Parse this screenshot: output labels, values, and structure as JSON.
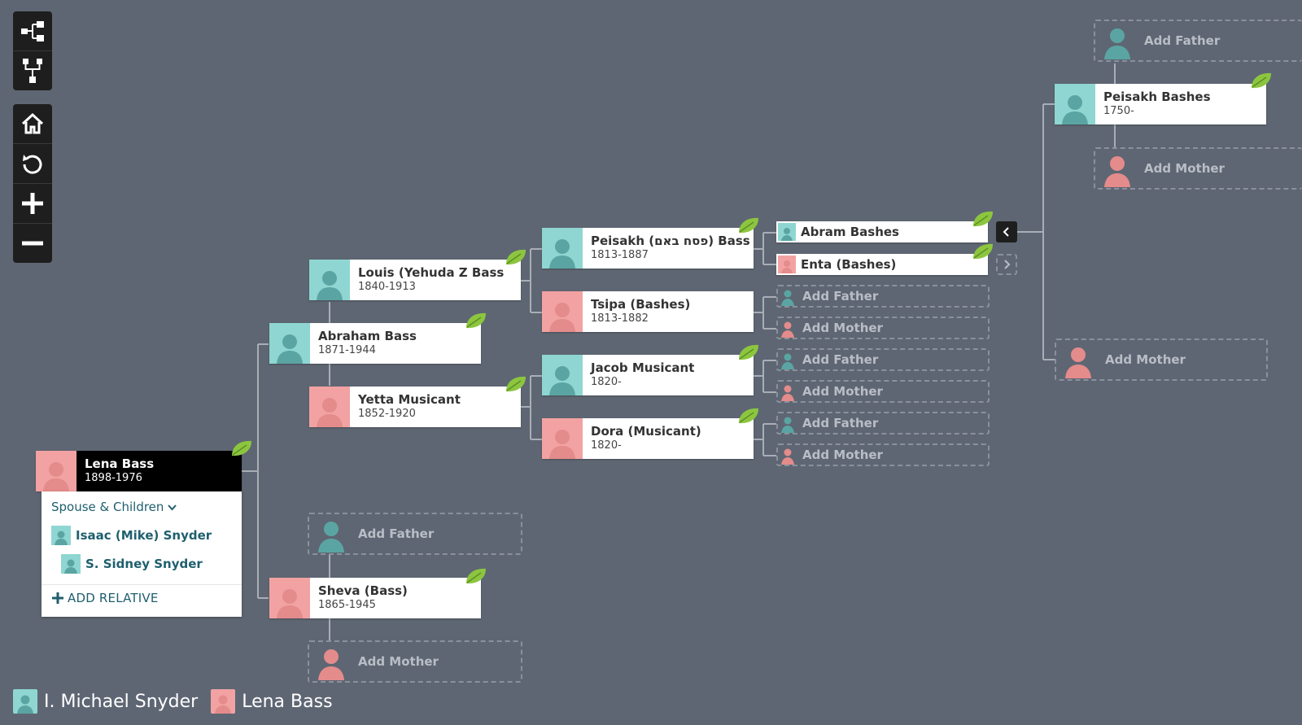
{
  "toolbar": {
    "top": [
      {
        "icon": "pedigree-view-icon"
      },
      {
        "icon": "descendant-view-icon"
      }
    ],
    "bottom": [
      {
        "icon": "home-icon"
      },
      {
        "icon": "refresh-icon"
      },
      {
        "icon": "zoom-in-icon"
      },
      {
        "icon": "zoom-out-icon"
      }
    ]
  },
  "people": {
    "lena": {
      "name": "Lena Bass",
      "years": "1898-1976",
      "gender": "female"
    },
    "abraham": {
      "name": "Abraham Bass",
      "years": "1871-1944",
      "gender": "male"
    },
    "sheva": {
      "name": "Sheva (Bass)",
      "years": "1865-1945",
      "gender": "female"
    },
    "louis": {
      "name": "Louis (Yehuda Z Bass",
      "years": "1840-1913",
      "gender": "male"
    },
    "yetta": {
      "name": "Yetta Musicant",
      "years": "1852-1920",
      "gender": "female"
    },
    "peisakh_bass": {
      "name": "Peisakh (פסח באם) Bass",
      "years": "1813-1887",
      "gender": "male"
    },
    "tsipa": {
      "name": "Tsipa (Bashes)",
      "years": "1813-1882",
      "gender": "female"
    },
    "jacob": {
      "name": "Jacob Musicant",
      "years": "1820-",
      "gender": "male"
    },
    "dora": {
      "name": "Dora (Musicant)",
      "years": "1820-",
      "gender": "female"
    },
    "abram": {
      "name": "Abram Bashes",
      "gender": "male"
    },
    "enta": {
      "name": "Enta (Bashes)",
      "gender": "female"
    },
    "peisakh_bashes": {
      "name": "Peisakh Bashes",
      "years": "1750-",
      "gender": "male"
    }
  },
  "labels": {
    "add_father": "Add Father",
    "add_mother": "Add Mother"
  },
  "popup": {
    "section": "Spouse & Children",
    "spouse": "Isaac (Mike) Snyder",
    "child": "S. Sidney Snyder",
    "add_relative": "ADD RELATIVE"
  },
  "legend": [
    {
      "name": "I. Michael Snyder",
      "gender": "male"
    },
    {
      "name": "Lena Bass",
      "gender": "female"
    }
  ],
  "colors": {
    "background": "#5e6673",
    "male": "#8fd6d2",
    "female": "#f2a2a2",
    "male_placeholder": "#5aa5a3",
    "female_placeholder": "#e48b8b",
    "leaf": "#8cc63f",
    "link": "#1f5f6e"
  }
}
